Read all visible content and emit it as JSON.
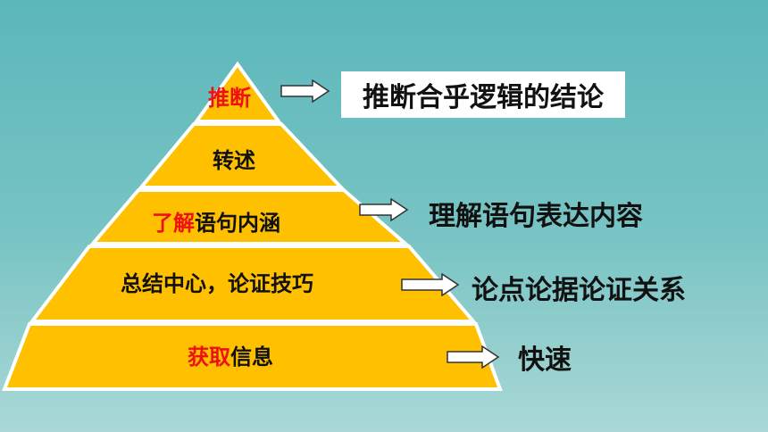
{
  "levels": [
    {
      "highlight": "推断",
      "rest": ""
    },
    {
      "highlight": "",
      "rest": "转述"
    },
    {
      "highlight": "了解",
      "rest": "语句内涵"
    },
    {
      "highlight": "",
      "rest": "总结中心，论证技巧"
    },
    {
      "highlight": "获取",
      "rest": "信息"
    }
  ],
  "notes": [
    "推断合乎逻辑的结论",
    "理解语句表达内容",
    "论点论据论证关系",
    "快速"
  ],
  "colors": {
    "pyramid_fill": "#ffc000",
    "pyramid_stroke": "#ffffff",
    "highlight": "#ee1111",
    "background": "#6bbdbf"
  }
}
